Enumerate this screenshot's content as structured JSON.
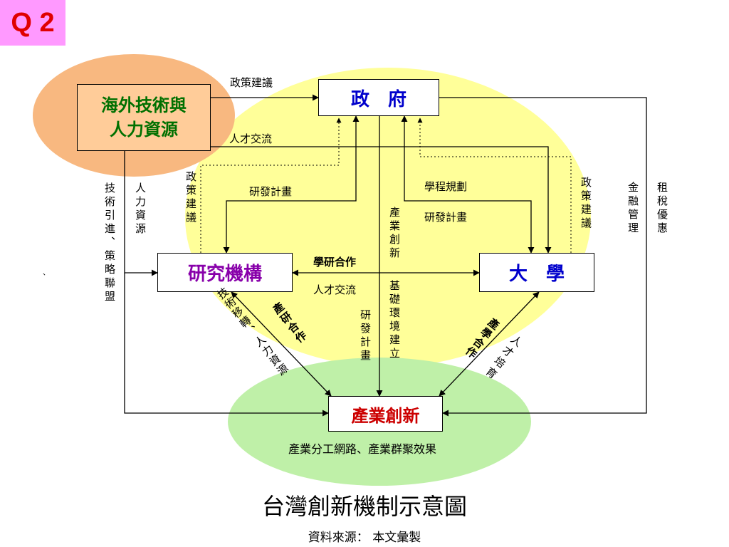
{
  "badge": "Q 2",
  "nodes": {
    "overseas": {
      "line1": "海外技術與",
      "line2": "人力資源",
      "color": "#007000"
    },
    "government": {
      "label": "政　府",
      "color": "#0000cc"
    },
    "research": {
      "label": "研究機構",
      "color": "#8800aa"
    },
    "university": {
      "label": "大　學",
      "color": "#0000cc"
    },
    "industry": {
      "label": "產業創新",
      "color": "#cc0000"
    }
  },
  "edge_labels": {
    "policy_top": "政策建議",
    "talent_exchange_top": "人才交流",
    "policy_left_v": "政策建議",
    "rd_plan_left": "研發計畫",
    "program_plan": "學程規劃",
    "rd_plan_right": "研發計畫",
    "industry_innovation_v": "產業創新",
    "policy_right_v": "政策建議",
    "finance_mgmt_v": "金融管理",
    "tax_incentive_v": "租稅優惠",
    "tech_intro_v": "技術引進、策略聯盟",
    "hr_v": "人力資源",
    "academic_research_coop": "學研合作",
    "talent_exchange_mid": "人才交流",
    "basic_env_v": "基礎環境建立",
    "rd_plan_mid_v": "研發計畫",
    "tech_transfer_diag": "技術移轉、人力資源",
    "ind_research_coop_diag": "產研合作",
    "ind_academic_coop_diag": "產學合作",
    "talent_training_diag": "人才培育",
    "tick_mark": "、"
  },
  "caption": "產業分工網路、產業群聚效果",
  "title": "台灣創新機制示意圖",
  "source": "資料來源： 本文彙製",
  "colors": {
    "yellow": "#ffff99",
    "orange": "#f8b880",
    "green": "#bff0a8",
    "node_fill": "#ffffff",
    "overseas_fill": "#ffcc99"
  }
}
